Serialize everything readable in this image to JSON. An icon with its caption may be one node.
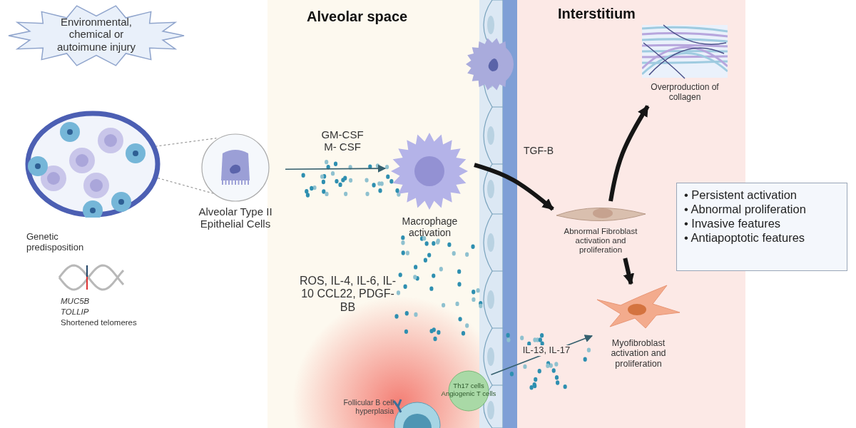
{
  "diagram": {
    "nodes": [
      {
        "text": [
          "Environmental, chemical or autoimune injury"
        ]
      },
      {
        "text": [],
        "shape": "picture"
      },
      {
        "text": [
          "Alveolar Type II Epithelial Cells"
        ]
      },
      {
        "text": [
          "Macrophage activation"
        ]
      },
      {
        "text": [
          "Abnormal Fibroblast activation and proliferation"
        ]
      },
      {
        "text": [
          "Overproduction of collagen"
        ]
      },
      {
        "text": [
          "Myofibroblast activation and proliferation"
        ]
      },
      {
        "text": [
          "Th17 cells Angiogenic T cells"
        ]
      },
      {
        "text": [
          "Follicular B cell hyperplasia"
        ]
      },
      {
        "text": [
          "• Persistent activation",
          "• Abnormal proliferation",
          "• Invasive features",
          "• Antiapoptotic features"
        ]
      }
    ],
    "edges": [
      {
        "from": 1,
        "to": 2,
        "arrow": "none",
        "style": "dashed",
        "color": "#9a9a9a"
      },
      {
        "from": 1,
        "to": 2,
        "arrow": "none",
        "style": "dashed",
        "color": "#9a9a9a"
      },
      {
        "from": 2,
        "to": 3,
        "label": "GM-CSF M- CSF",
        "arrow": "to",
        "color": "#35606e"
      },
      {
        "from": 3,
        "to": 4,
        "label": "TGF-B",
        "arrow": "to",
        "style": "thick"
      },
      {
        "from": 4,
        "to": 5,
        "arrow": "to",
        "style": "thick"
      },
      {
        "from": 4,
        "to": 6,
        "arrow": "to",
        "style": "thick"
      },
      {
        "from": 7,
        "to": 6,
        "label": "IL-13, IL-17",
        "arrow": "to",
        "color": "#35606e"
      }
    ],
    "labels": [
      "Alveolar space",
      "Interstitium",
      "ROS, IL-4, IL-6, IL-10 CCL22, PDGF- BB",
      "Genetic predisposition",
      "MUC5B",
      "TOLLIP",
      "Shortened telomeres"
    ]
  }
}
